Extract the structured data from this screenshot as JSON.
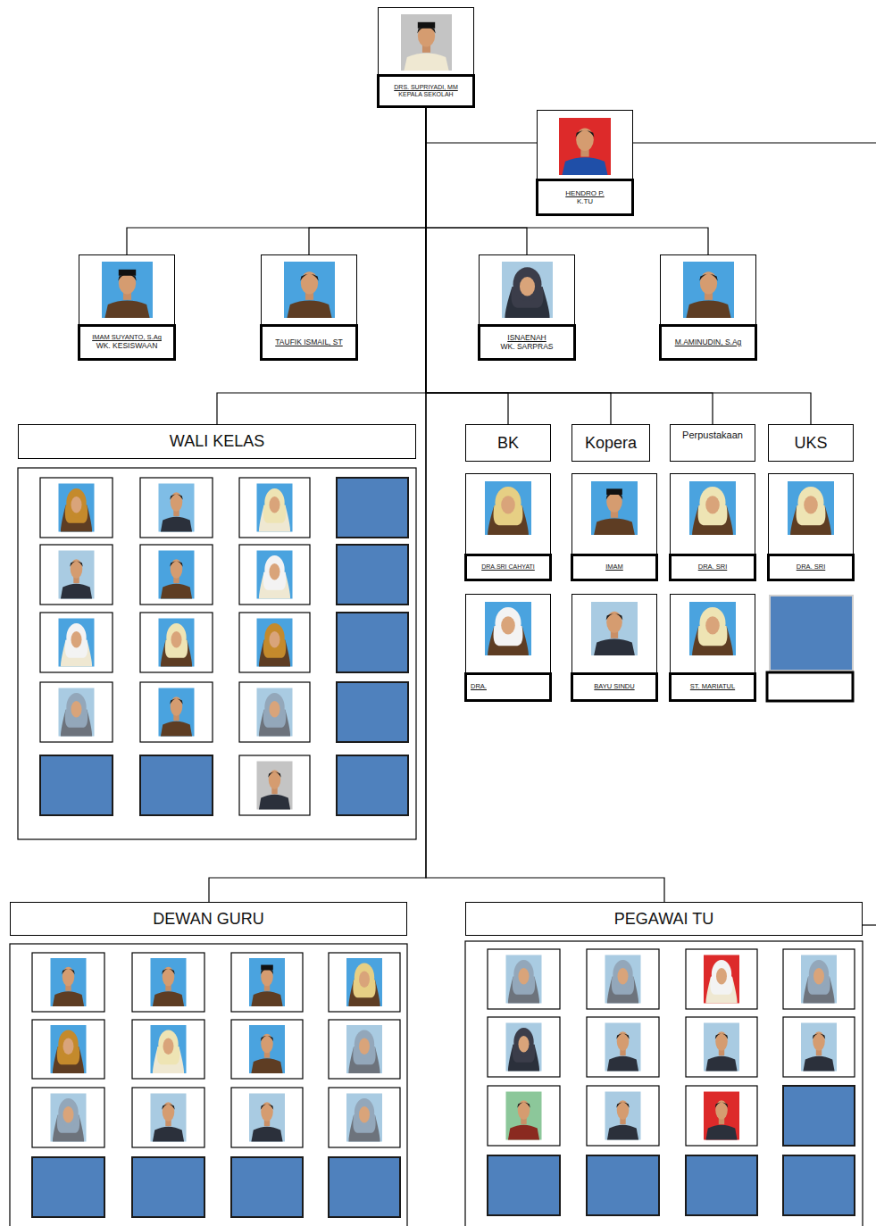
{
  "diagram": {
    "nodes": [
      {
        "text": [
          "DRS. SUPRIYADI, MM",
          "KEPALA SEKOLAH"
        ]
      },
      {
        "text": [
          "HENDRO P.",
          "K.TU"
        ]
      },
      {
        "text": [
          "IMAM SUYANTO, S.Ag",
          "WK. KESISWAAN"
        ]
      },
      {
        "text": [
          "TAUFIK ISMAIL, ST"
        ]
      },
      {
        "text": [
          "ISNAENAH",
          "WK. SARPRAS"
        ]
      },
      {
        "text": [
          "M.AMINUDIN, S.Ag"
        ]
      },
      {
        "text": [
          "WALI KELAS"
        ]
      },
      {
        "text": [
          "BK"
        ]
      },
      {
        "text": [
          "Kopera"
        ]
      },
      {
        "text": [
          "Perpustakaan"
        ]
      },
      {
        "text": [
          "UKS"
        ]
      },
      {
        "text": [
          "DRA.SRI CAHYATI"
        ]
      },
      {
        "text": [
          "IMAM"
        ]
      },
      {
        "text": [
          "DRA. SRI"
        ]
      },
      {
        "text": [
          "DRA. SRI"
        ]
      },
      {
        "text": [
          "DRA."
        ]
      },
      {
        "text": [
          "BAYU SINDU"
        ]
      },
      {
        "text": [
          "ST. MARIATUL"
        ]
      },
      {
        "text": [
          "DEWAN GURU"
        ]
      },
      {
        "text": [
          "PEGAWAI TU"
        ]
      }
    ],
    "edges": [
      {
        "from": 0,
        "to": 1,
        "arrow": "none"
      },
      {
        "from": 0,
        "to": 2,
        "arrow": "none"
      },
      {
        "from": 0,
        "to": 3,
        "arrow": "none"
      },
      {
        "from": 0,
        "to": 4,
        "arrow": "none"
      },
      {
        "from": 0,
        "to": 5,
        "arrow": "none"
      },
      {
        "from": 0,
        "to": 6,
        "arrow": "none"
      },
      {
        "from": 0,
        "to": 7,
        "arrow": "none"
      },
      {
        "from": 0,
        "to": 8,
        "arrow": "none"
      },
      {
        "from": 0,
        "to": 9,
        "arrow": "none"
      },
      {
        "from": 0,
        "to": 10,
        "arrow": "none"
      },
      {
        "from": 0,
        "to": 18,
        "arrow": "none"
      },
      {
        "from": 0,
        "to": 19,
        "arrow": "none"
      }
    ]
  }
}
